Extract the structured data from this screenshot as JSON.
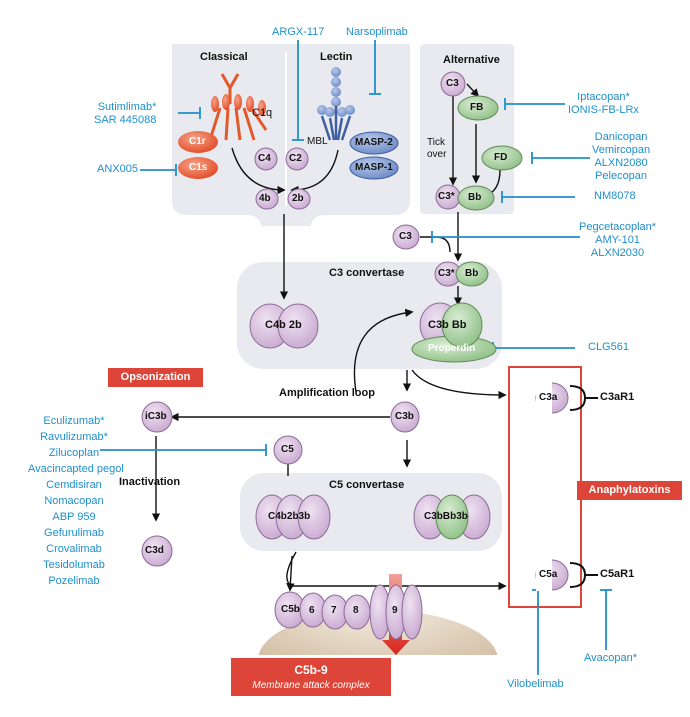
{
  "labels": {
    "classical": "Classical",
    "lectin": "Lectin",
    "alternative": "Alternative",
    "tick_over": "Tick over",
    "c3_convertase": "C3 convertase",
    "c5_convertase": "C5 convertase",
    "amplification_loop": "Amplification loop",
    "inactivation": "Inactivation",
    "opsonization": "Opsonization",
    "anaphylatoxins": "Anaphylatoxins",
    "c5b9": "C5b-9",
    "mac": "Membrane attack complex"
  },
  "molecules": {
    "c1q": "C1q",
    "c1r": "C1r",
    "c1s": "C1s",
    "mbl": "MBL",
    "masp2": "MASP-2",
    "masp1": "MASP-1",
    "c4": "C4",
    "c2": "C2",
    "c4b": "4b",
    "c2b": "2b",
    "c3": "C3",
    "fb": "FB",
    "fd": "FD",
    "c3star": "C3*",
    "bb": "Bb",
    "c4b2b": "C4b 2b",
    "c3bbb": "C3b Bb",
    "properdin": "Properdin",
    "c3b": "C3b",
    "ic3b": "iC3b",
    "c5": "C5",
    "c3d": "C3d",
    "c4b2b3b": "C4b2b3b",
    "c3bbb3b": "C3bBb3b",
    "c3a": "C3a",
    "c5a": "C5a",
    "c3ar1": "C3aR1",
    "c5ar1": "C5aR1",
    "c5b": "C5b",
    "c6": "6",
    "c7": "7",
    "c8": "8",
    "c9": "9"
  },
  "drugs": {
    "argx117": "ARGX-117",
    "narsoplimab": "Narsoplimab",
    "sutimlimab": "Sutimlimab*",
    "sar445088": "SAR 445088",
    "anx005": "ANX005",
    "iptacopan": "Iptacopan*",
    "ionis_fb_lrx": "IONIS-FB-LRx",
    "danicopan": "Danicopan",
    "vemircopan": "Vemircopan",
    "alxn2080": "ALXN2080",
    "pelecopan": "Pelecopan",
    "nm8078": "NM8078",
    "pegcetacoplan": "Pegcetacoplan*",
    "amy101": "AMY-101",
    "alxn2030": "ALXN2030",
    "clg561": "CLG561",
    "eculizumab": "Eculizumab*",
    "ravulizumab": "Ravulizumab*",
    "zilucoplan": "Zilucoplan",
    "avacincaptad_pegol": "Avacincapted pegol",
    "cemdisiran": "Cemdisiran",
    "nomacopan": "Nomacopan",
    "abp959": "ABP 959",
    "gefurulimab": "Gefurulimab",
    "crovalimab": "Crovalimab",
    "tesidolumab": "Tesidolumab",
    "pozelimab": "Pozelimab",
    "vilobelimab": "Vilobelimab",
    "avacopan": "Avacopan*"
  },
  "colors": {
    "inhibitor_blue": "#1f8fcc",
    "label_red": "#dd4538",
    "panel_gray": "#e9eaef",
    "molecule_purple": "#c8a9d0",
    "molecule_green": "#8ebf86",
    "classical_orange": "#e24a24",
    "lectin_blue": "#6c89c6"
  }
}
